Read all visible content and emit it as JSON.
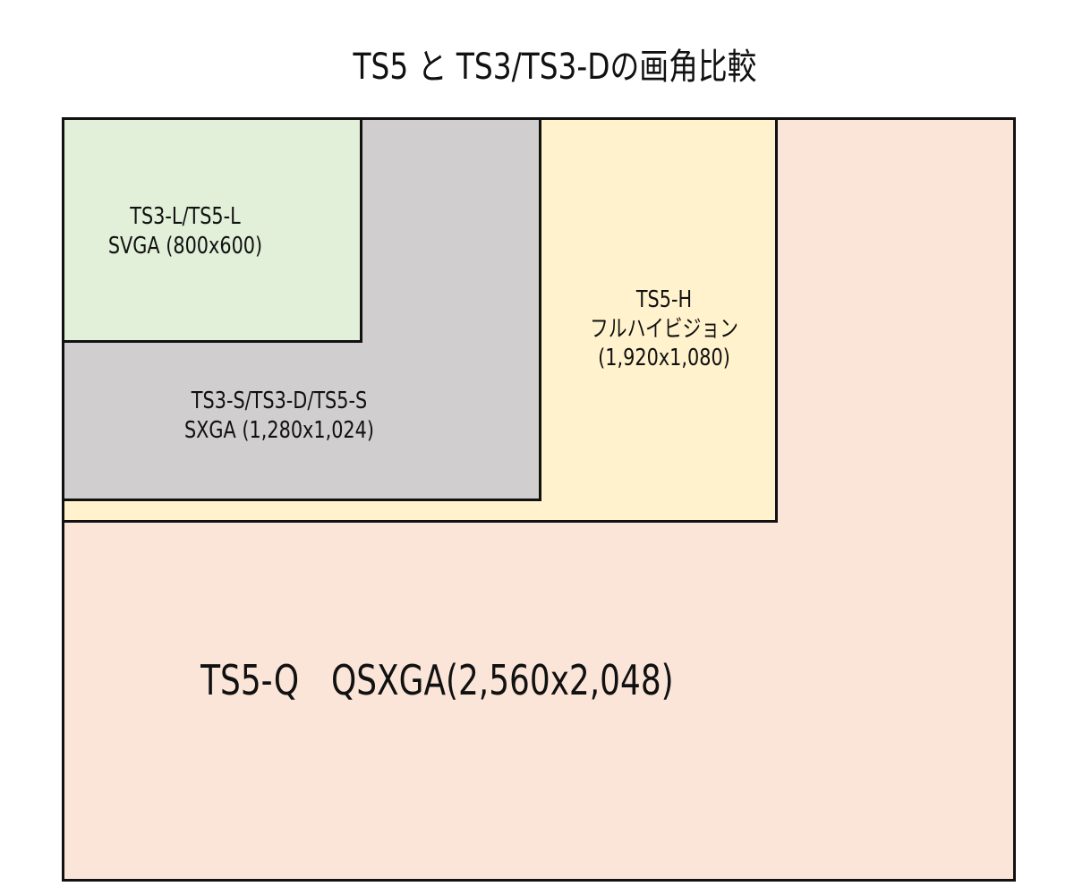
{
  "title": "TS5 と TS3/TS3-Dの画角比較",
  "boxes": {
    "qsxga": {
      "label": "TS5-Q　QSXGA(2,560x2,048)",
      "color": "#fae5d8"
    },
    "fullhd": {
      "model": "TS5-H",
      "name": "フルハイビジョン",
      "resolution": "(1,920x1,080)",
      "color": "#fff2cc"
    },
    "sxga": {
      "model": "TS3-S/TS3-D/TS5-S",
      "resolution": "SXGA (1,280x1,024)",
      "color": "#d0cece"
    },
    "svga": {
      "model": "TS3-L/TS5-L",
      "resolution": "SVGA (800x600)",
      "color": "#e2efd9"
    }
  }
}
